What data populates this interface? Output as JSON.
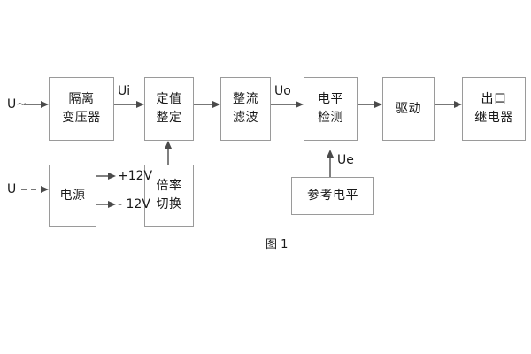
{
  "figure": {
    "caption": "图 1",
    "line_color": "#4a4a4a",
    "box_border_color": "#9a9a9a",
    "text_color": "#1a1a1a",
    "background": "#ffffff"
  },
  "blocks": {
    "isolation_transformer": {
      "line1": "隔离",
      "line2": "变压器"
    },
    "setting_value": {
      "line1": "定值",
      "line2": "整定"
    },
    "rectify_filter": {
      "line1": "整流",
      "line2": "滤波"
    },
    "level_detect": {
      "line1": "电平",
      "line2": "检测"
    },
    "drive": {
      "line1": "驱动"
    },
    "output_relay": {
      "line1": "出口",
      "line2": "继电器"
    },
    "power_supply": {
      "line1": "电源"
    },
    "multiplier_switch": {
      "line1": "倍率",
      "line2": "切换"
    },
    "reference_level": {
      "line1": "参考电平"
    }
  },
  "signals": {
    "input_ac": "U~",
    "input_dc": "U",
    "ui": "Ui",
    "uo": "Uo",
    "ue": "Ue",
    "plus_12v": "+12V",
    "minus_12v": "- 12V"
  }
}
